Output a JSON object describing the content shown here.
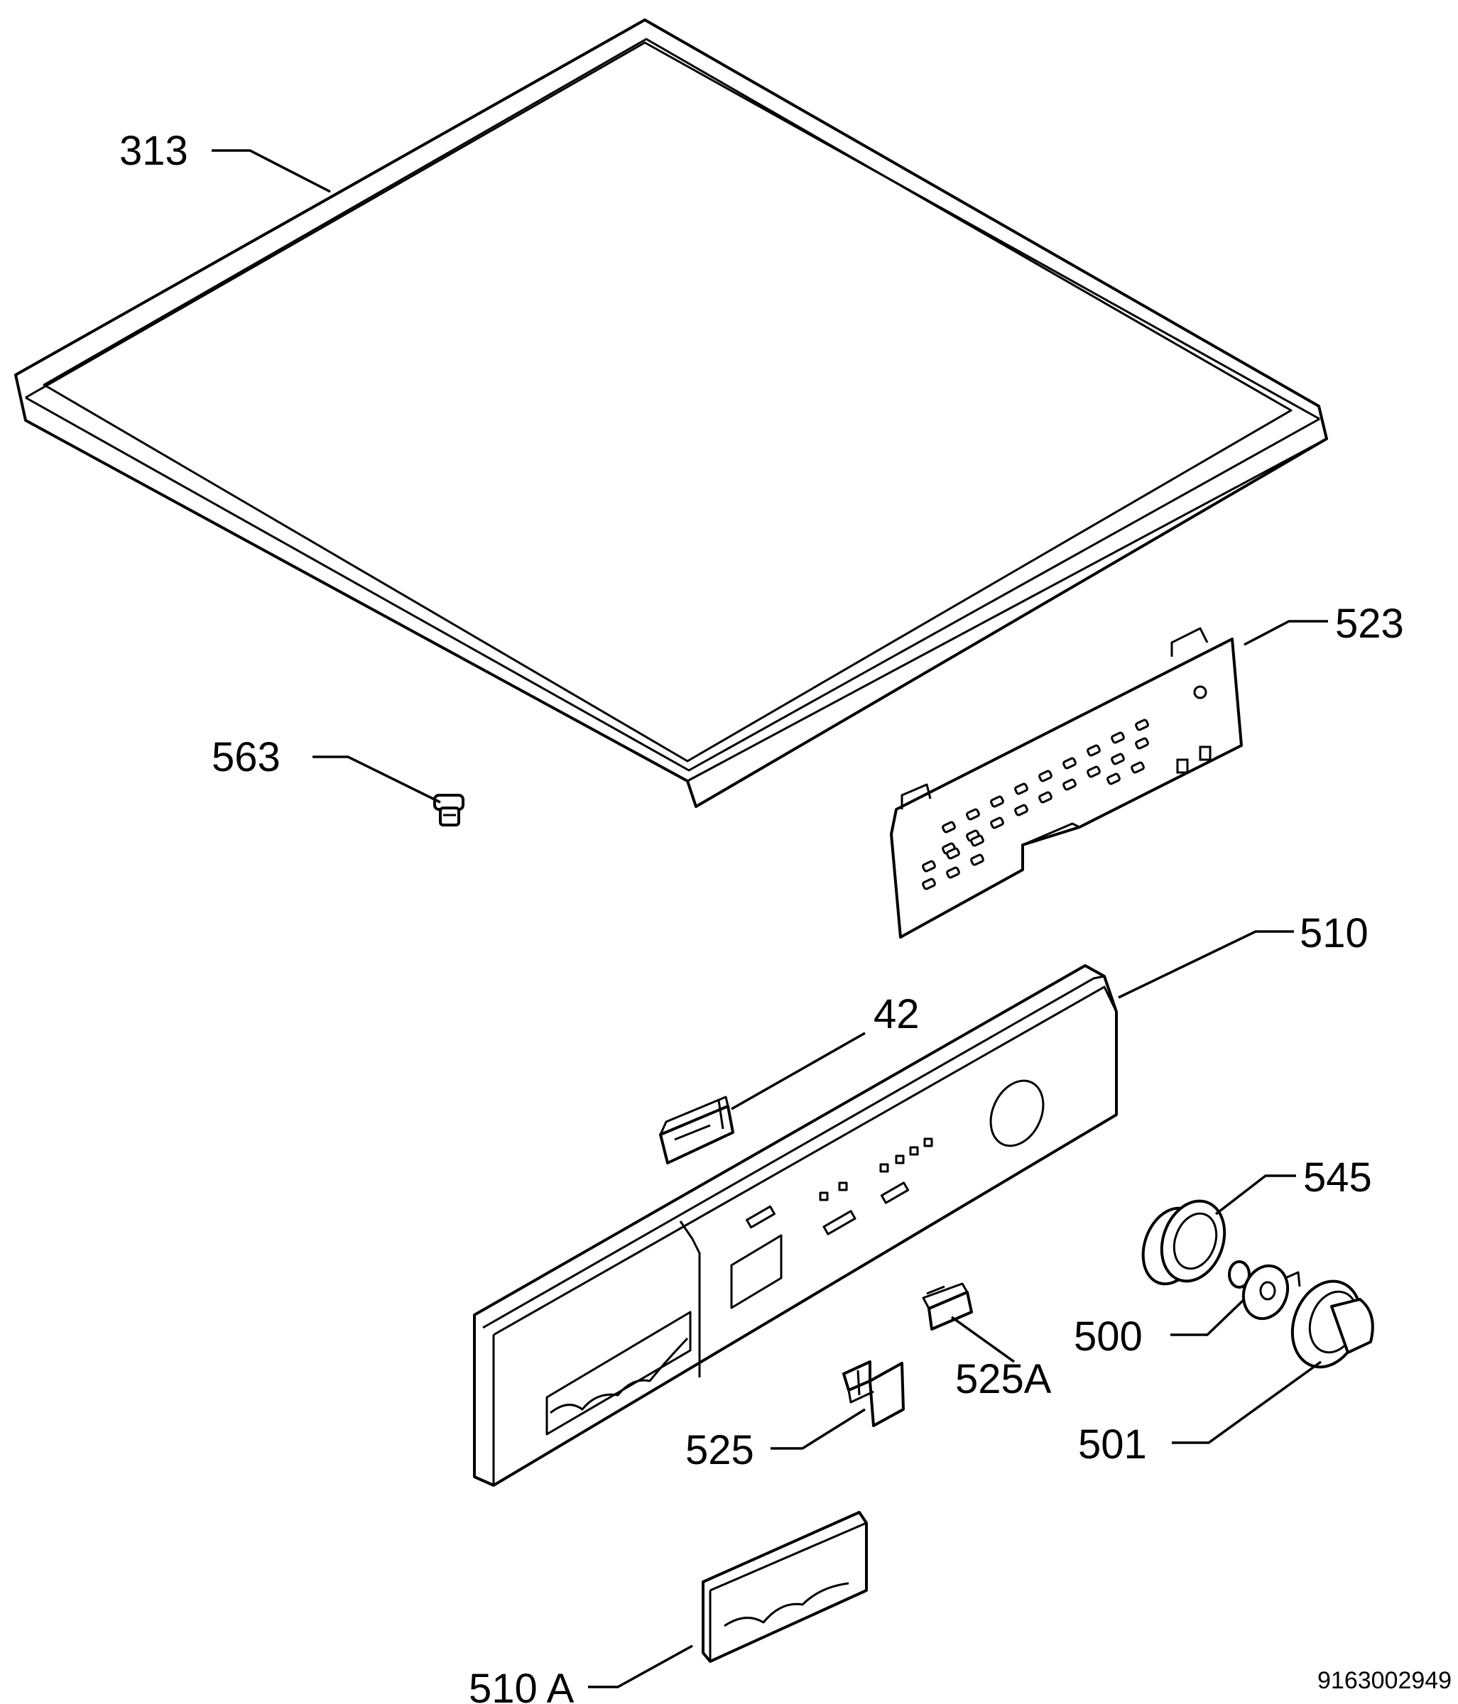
{
  "callouts": [
    {
      "id": "313",
      "text": "313"
    },
    {
      "id": "523",
      "text": "523"
    },
    {
      "id": "563",
      "text": "563"
    },
    {
      "id": "510",
      "text": "510"
    },
    {
      "id": "42",
      "text": "42"
    },
    {
      "id": "545",
      "text": "545"
    },
    {
      "id": "500",
      "text": "500"
    },
    {
      "id": "525A",
      "text": "525A"
    },
    {
      "id": "501",
      "text": "501"
    },
    {
      "id": "525",
      "text": "525"
    },
    {
      "id": "510A",
      "text": "510 A"
    }
  ],
  "document_number": "9163002949"
}
